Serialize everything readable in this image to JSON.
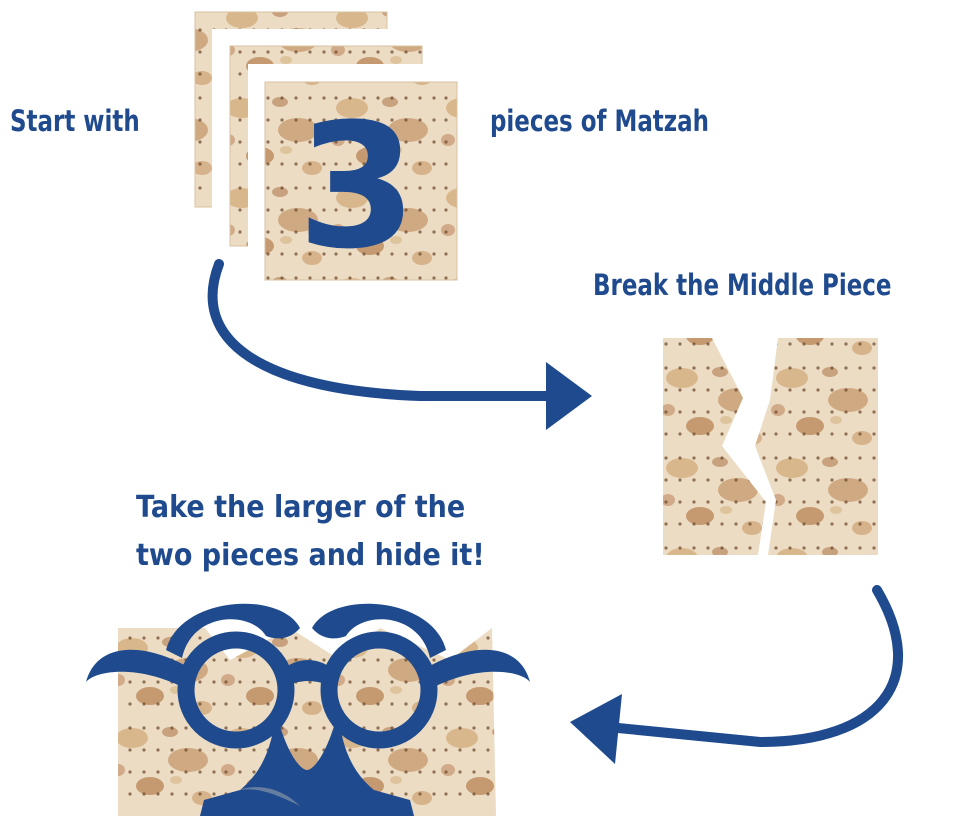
{
  "steps": {
    "start_text": "Start with",
    "count": "3",
    "pieces_text": "pieces of Matzah",
    "break_text": "Break the Middle Piece",
    "take_line1": "Take the larger of the",
    "take_line2": "two pieces and hide it!"
  },
  "colors": {
    "brand_blue": "#1f4b8e",
    "matzah_base": "#ecdcc4",
    "matzah_toast": "#a5642e",
    "matzah_hole": "#6f4a2c"
  }
}
